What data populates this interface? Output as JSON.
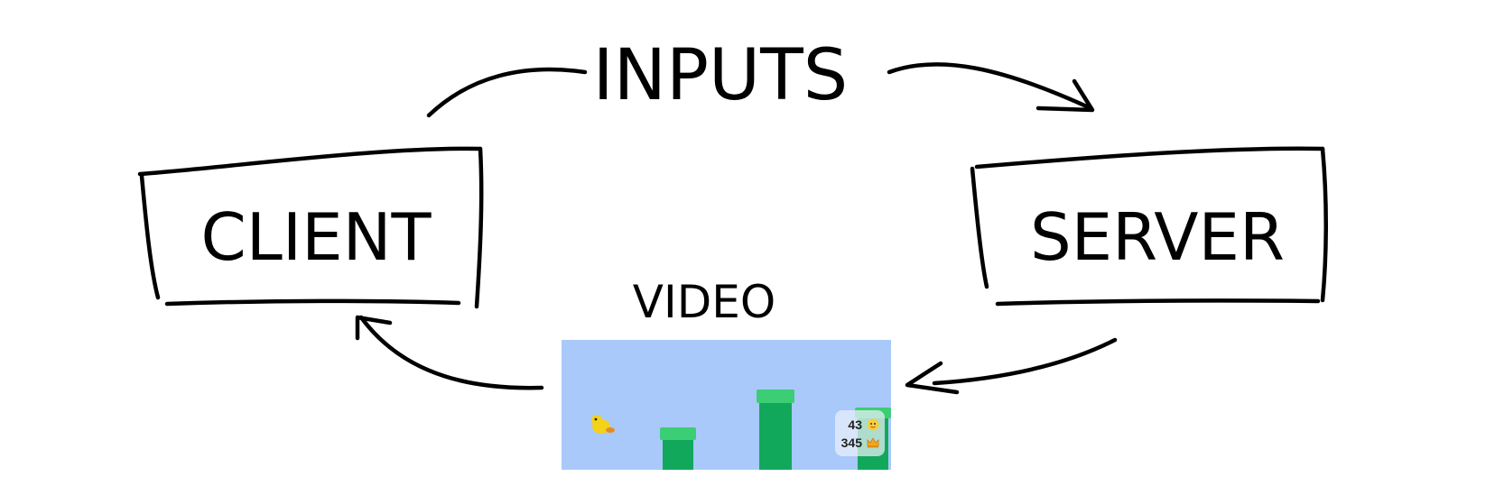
{
  "diagram": {
    "labels": {
      "inputs": "INPUTS",
      "client": "CLIENT",
      "server": "SERVER",
      "video": "VIDEO"
    },
    "game_frame": {
      "sky_color": "#a9c9fb",
      "pipe_color": "#12a85c",
      "pipe_cap_color": "#3cce74",
      "bird_color": "#f5d21a",
      "score": {
        "current": "43",
        "best": "345",
        "current_icon": "bird-face-icon",
        "best_icon": "crown-icon"
      }
    }
  }
}
